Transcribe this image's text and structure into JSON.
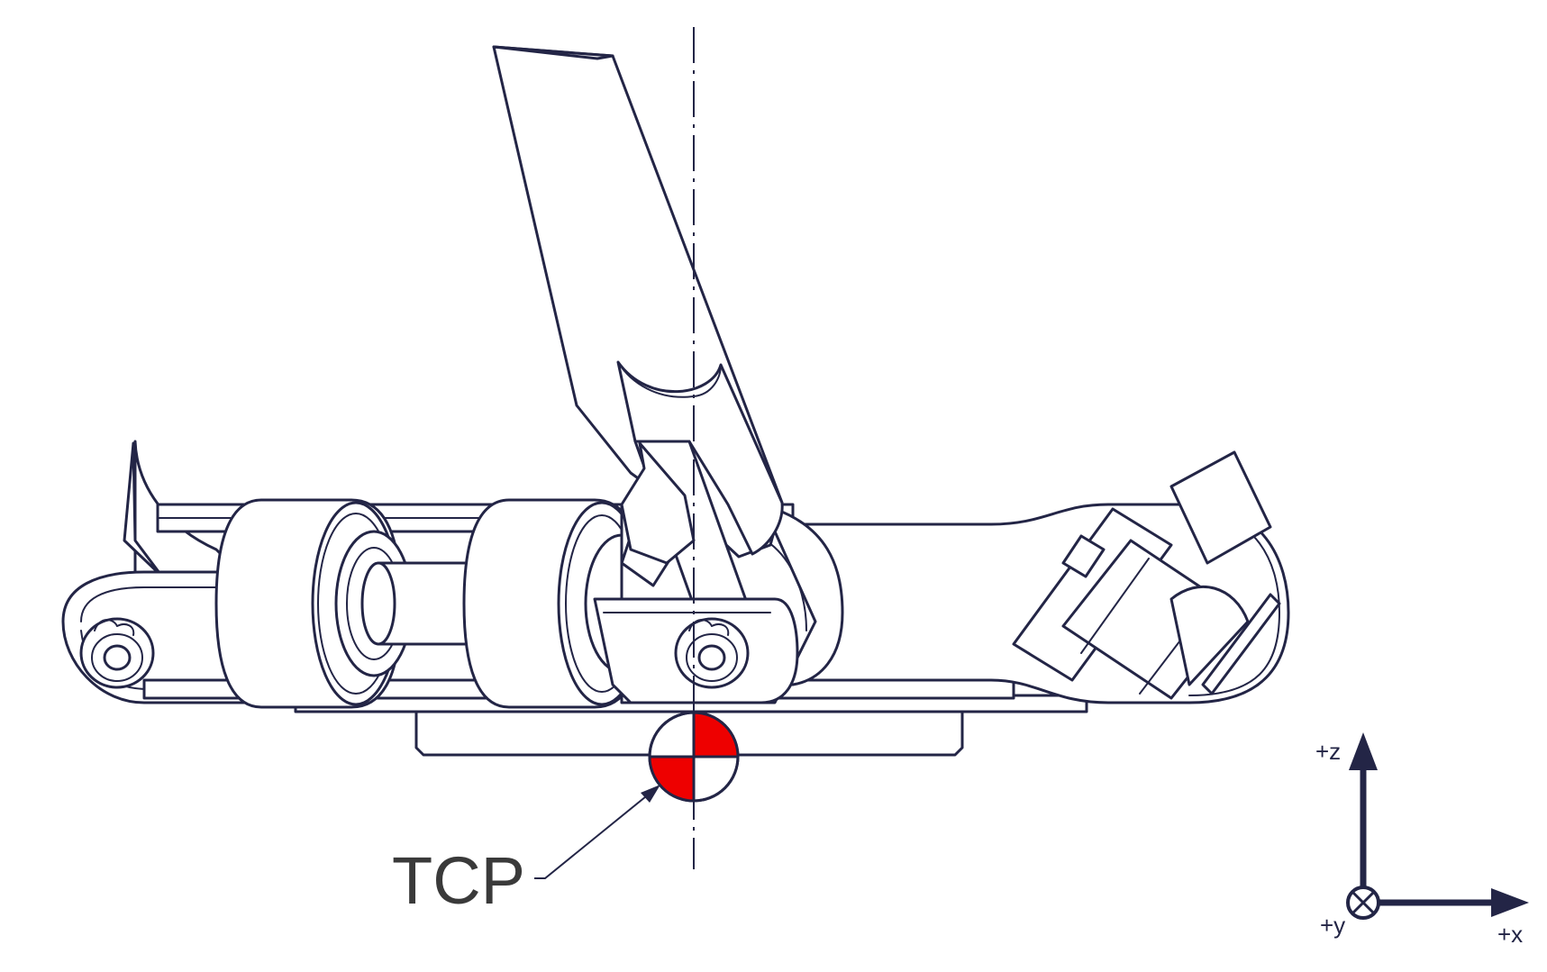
{
  "labels": {
    "tcp": "TCP",
    "z_axis": "+z",
    "x_axis": "+x",
    "y_axis": "+y"
  },
  "colors": {
    "line": "#232546",
    "tcp_red": "#ee0000",
    "label_gray": "#3a3a3a"
  },
  "icons": {
    "tcp_marker": "center-of-mass-symbol",
    "y_axis_marker": "into-page-cross-symbol"
  }
}
